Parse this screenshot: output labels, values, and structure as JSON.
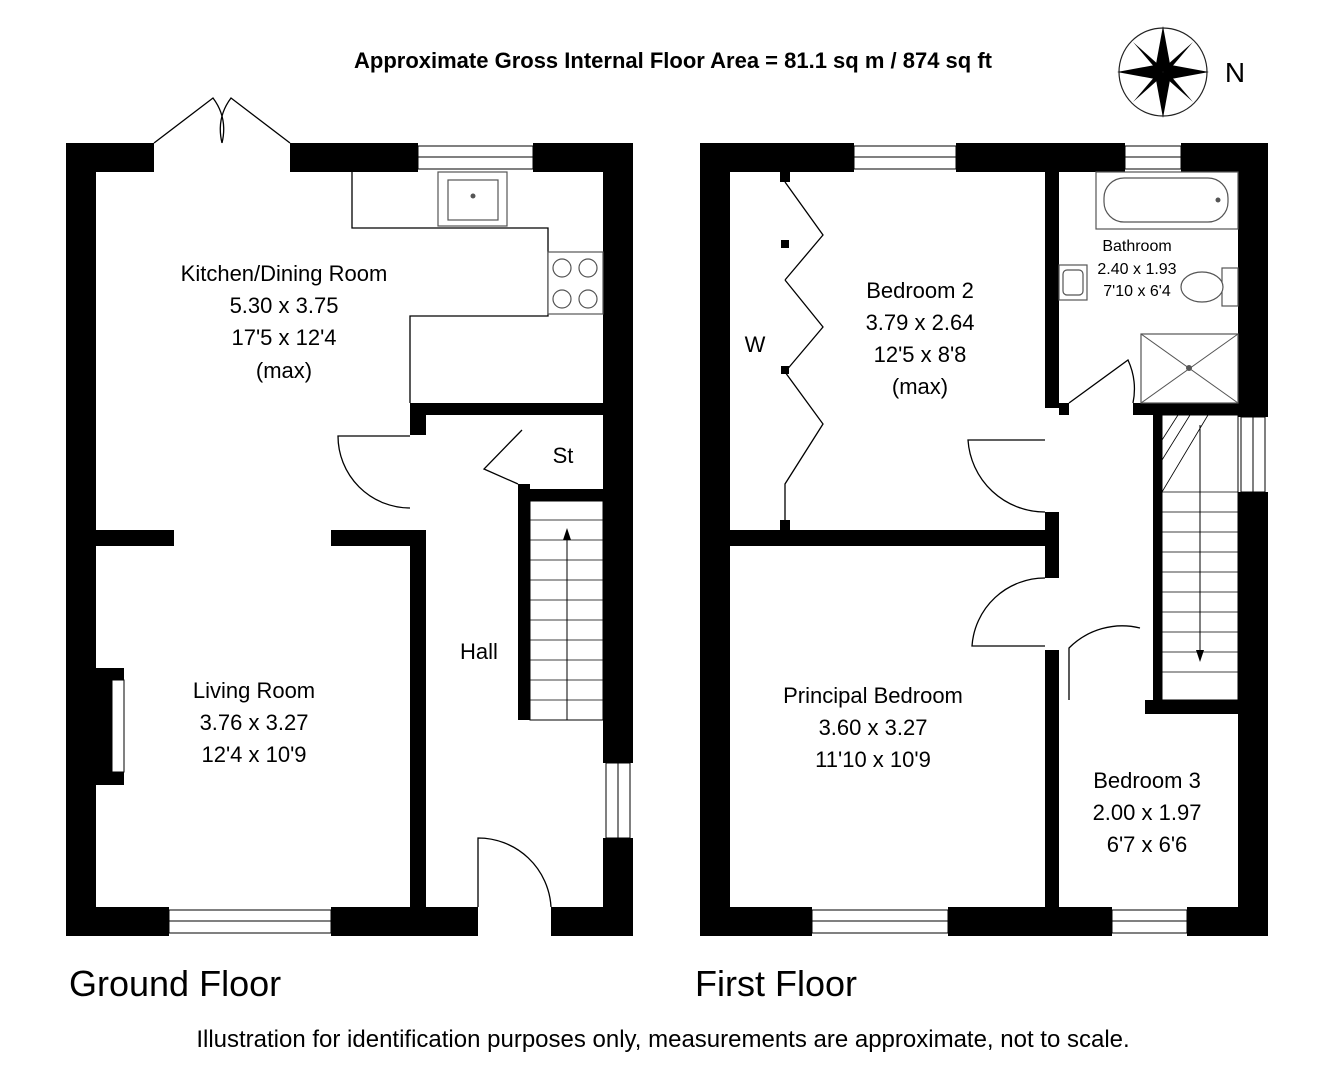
{
  "header": {
    "area_text": "Approximate Gross Internal Floor Area  = 81.1 sq m  / 874 sq ft"
  },
  "compass": {
    "label": "N",
    "icon": "compass-rose-icon"
  },
  "ground_floor": {
    "title": "Ground Floor",
    "kitchen": {
      "name": "Kitchen/Dining Room",
      "metric": "5.30 x 3.75",
      "imperial": "17'5 x 12'4",
      "note": "(max)"
    },
    "living": {
      "name": "Living Room",
      "metric": "3.76 x 3.27",
      "imperial": "12'4 x 10'9"
    },
    "hall": {
      "name": "Hall"
    },
    "store": {
      "name": "St"
    }
  },
  "first_floor": {
    "title": "First Floor",
    "bedroom2": {
      "name": "Bedroom 2",
      "metric": "3.79 x 2.64",
      "imperial": "12'5 x 8'8",
      "note": "(max)"
    },
    "wardrobe": {
      "name": "W"
    },
    "bathroom": {
      "name": "Bathroom",
      "metric": "2.40 x 1.93",
      "imperial": "7'10 x 6'4"
    },
    "principal": {
      "name": "Principal Bedroom",
      "metric": "3.60 x 3.27",
      "imperial": "11'10 x 10'9"
    },
    "bedroom3": {
      "name": "Bedroom 3",
      "metric": "2.00 x 1.97",
      "imperial": "6'7 x 6'6"
    }
  },
  "footer": {
    "disclaimer": "Illustration for identification purposes only, measurements are approximate, not to scale."
  }
}
